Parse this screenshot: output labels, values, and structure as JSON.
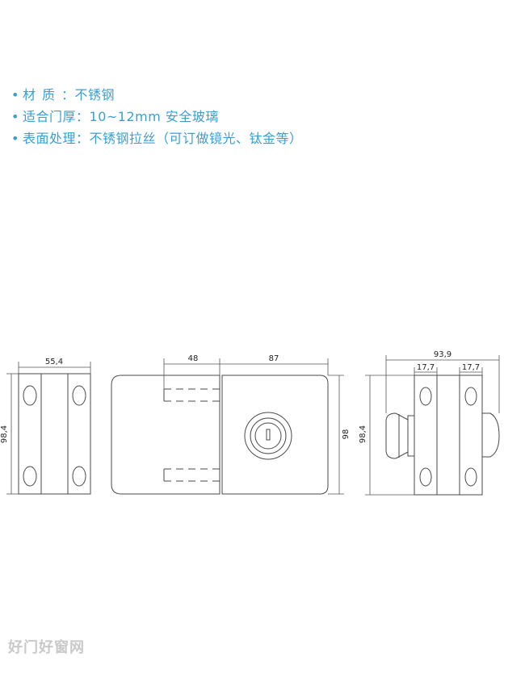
{
  "specs": [
    {
      "bullet": "•",
      "label": "材质",
      "sep": "：",
      "value": "不锈钢"
    },
    {
      "bullet": "•",
      "label": "适合门厚",
      "sep": "：",
      "value": "10~12mm 安全玻璃"
    },
    {
      "bullet": "•",
      "label": "表面处理",
      "sep": "：",
      "value": "不锈钢拉丝（可订做镜光、钛金等）"
    }
  ],
  "dimensions": {
    "left_width": "55,4",
    "left_height": "98,4",
    "mid_left": "48",
    "mid_right": "87",
    "mid_height": "98",
    "right_total": "93,9",
    "right_seg1": "17,7",
    "right_seg2": "17,7",
    "right_height": "98,4"
  },
  "watermark": "好门好窗网",
  "colors": {
    "accent": "#3a9fd0",
    "line": "#4a4a4a"
  }
}
